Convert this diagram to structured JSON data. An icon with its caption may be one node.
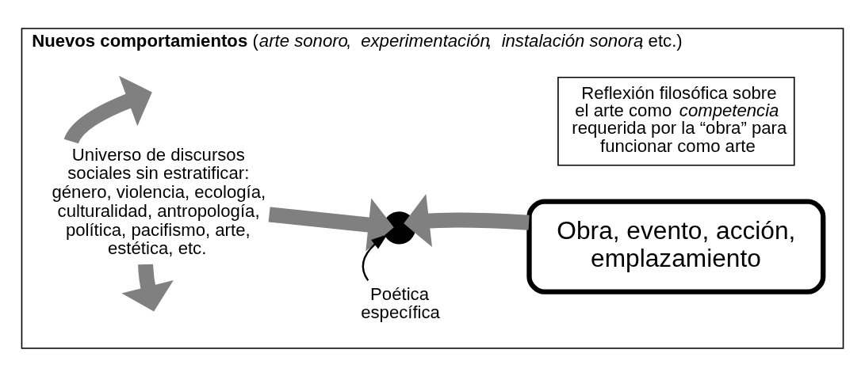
{
  "diagram": {
    "nodes": [
      {
        "text": [
          "**Nuevos comportamientos** (*arte sonoro*, *experimentación*, *instalación sonora*, etc.)"
        ]
      },
      {
        "text": [
          "Universo de discursos sociales sin estratificar: género, violencia, ecología, culturalidad, antropología, política, pacifismo, arte, estética, etc."
        ],
        "in": 0
      },
      {
        "text": [
          "Poética específica"
        ],
        "in": 0
      },
      {
        "text": [],
        "shape": "circle",
        "in": 0
      },
      {
        "text": [
          "Obra, evento, acción, emplazamiento"
        ],
        "in": 0
      },
      {
        "text": [
          "Reflexión filosófica sobre el arte como *competencia* requerida por la “obra” para funcionar como arte"
        ],
        "in": 0
      }
    ],
    "edges": [
      {
        "from": 1,
        "to": null,
        "arrow": "to"
      },
      {
        "from": 1,
        "to": null,
        "arrow": "to"
      },
      {
        "from": 1,
        "to": 3,
        "arrow": "to"
      },
      {
        "from": 4,
        "to": 3,
        "arrow": "to"
      },
      {
        "from": 2,
        "to": 3,
        "arrow": "to",
        "color": "#000000"
      }
    ]
  }
}
